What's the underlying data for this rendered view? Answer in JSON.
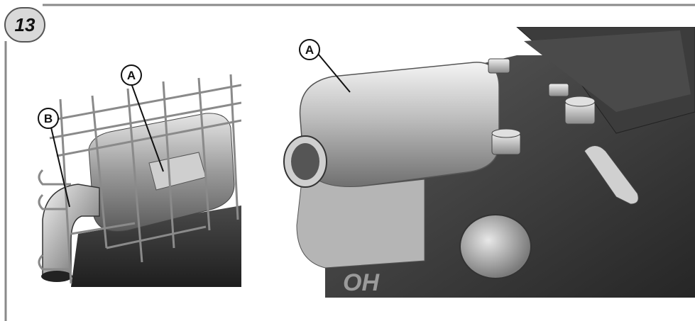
{
  "step_number": "13",
  "left_view": {
    "callouts": [
      {
        "letter": "A",
        "target": "muffler"
      },
      {
        "letter": "B",
        "target": "exhaust elbow"
      }
    ]
  },
  "right_view": {
    "callouts": [
      {
        "letter": "A",
        "target": "muffler"
      }
    ],
    "engine_text": "OH"
  },
  "colors": {
    "frame": "#888888",
    "engine_dark": "#3a3a3a",
    "metal_light": "#d8d8d8"
  }
}
